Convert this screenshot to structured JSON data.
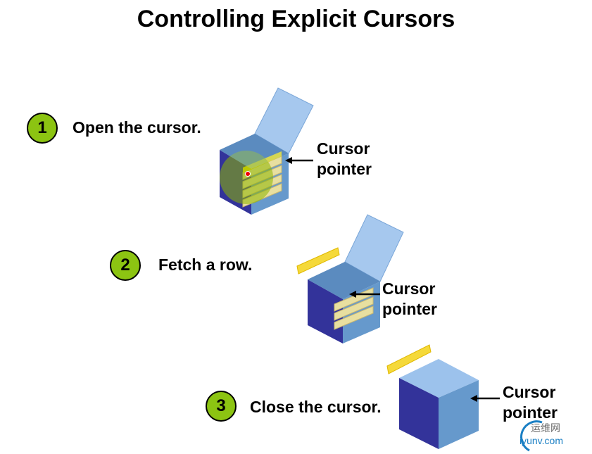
{
  "title": "Controlling Explicit Cursors",
  "steps": [
    {
      "number": "1",
      "label": "Open the cursor.",
      "pointer_label_1": "Cursor",
      "pointer_label_2": "pointer"
    },
    {
      "number": "2",
      "label": "Fetch a row.",
      "pointer_label_1": "Cursor",
      "pointer_label_2": "pointer"
    },
    {
      "number": "3",
      "label": "Close the cursor.",
      "pointer_label_1": "Cursor",
      "pointer_label_2": "pointer"
    }
  ],
  "watermark": {
    "cn": "运维网",
    "en": "iyunv.com"
  },
  "colors": {
    "badge": "#8cc412",
    "cube_left": "#33339a",
    "cube_right": "#6699cc",
    "lid": "#a6c8ee",
    "row": "#f5d93a"
  }
}
